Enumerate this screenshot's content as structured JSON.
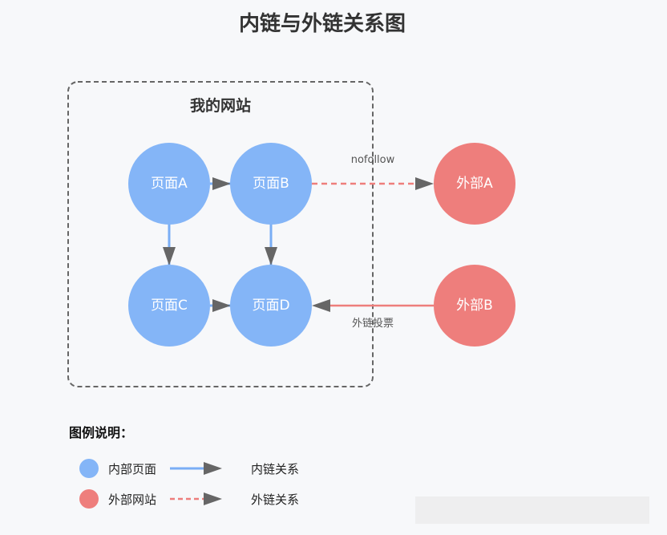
{
  "title": "内链与外链关系图",
  "group": {
    "label": "我的网站"
  },
  "nodes": {
    "page_a": {
      "label": "页面A",
      "kind": "internal"
    },
    "page_b": {
      "label": "页面B",
      "kind": "internal"
    },
    "page_c": {
      "label": "页面C",
      "kind": "internal"
    },
    "page_d": {
      "label": "页面D",
      "kind": "internal"
    },
    "ext_a": {
      "label": "外部A",
      "kind": "external"
    },
    "ext_b": {
      "label": "外部B",
      "kind": "external"
    }
  },
  "edges": [
    {
      "from": "页面A",
      "to": "页面B",
      "style": "solid-blue"
    },
    {
      "from": "页面A",
      "to": "页面C",
      "style": "solid-blue"
    },
    {
      "from": "页面B",
      "to": "页面D",
      "style": "solid-blue"
    },
    {
      "from": "页面C",
      "to": "页面D",
      "style": "solid-blue"
    },
    {
      "from": "页面B",
      "to": "外部A",
      "style": "dashed-red",
      "label": "nofollow"
    },
    {
      "from": "外部B",
      "to": "页面D",
      "style": "solid-red",
      "label": "外链投票"
    }
  ],
  "edge_labels": {
    "nofollow": "nofollow",
    "backlink_vote": "外链投票"
  },
  "legend": {
    "title": "图例说明：",
    "internal_page": "内部页面",
    "external_site": "外部网站",
    "internal_link": "内链关系",
    "external_link": "外链关系"
  },
  "colors": {
    "internal": "#84b5f7",
    "external": "#ee7e7c",
    "internal_edge": "#7aaef5",
    "external_edge": "#ee7e7c",
    "arrow": "#666666",
    "group_border": "#666666",
    "background": "#f7f8fa"
  }
}
